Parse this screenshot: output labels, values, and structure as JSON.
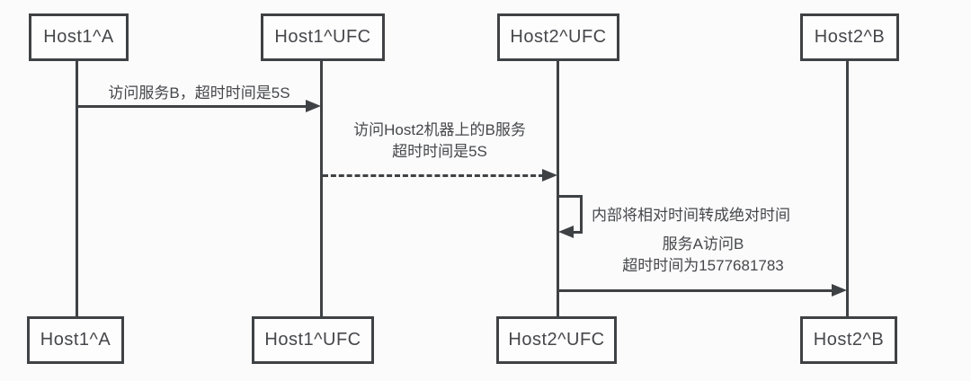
{
  "diagram": {
    "type": "sequence-diagram",
    "actors": [
      {
        "name": "Host1^A"
      },
      {
        "name": "Host1^UFC"
      },
      {
        "name": "Host2^UFC"
      },
      {
        "name": "Host2^B"
      }
    ],
    "messages": [
      {
        "from": "Host1^A",
        "to": "Host1^UFC",
        "style": "solid-arrow",
        "label": "访问服务B，超时时间是5S"
      },
      {
        "from": "Host1^UFC",
        "to": "Host2^UFC",
        "style": "dashed-arrow",
        "label_line1": "访问Host2机器上的B服务",
        "label_line2": "超时时间是5S"
      },
      {
        "from": "Host2^UFC",
        "to": "Host2^UFC",
        "style": "self-loop-arrow",
        "label": "内部将相对时间转成绝对时间"
      },
      {
        "from": "Host2^UFC",
        "to": "Host2^B",
        "style": "solid-arrow",
        "label_line1": "服务A访问B",
        "label_line2": "超时时间为1577681783"
      }
    ],
    "colors": {
      "line": "#3f4245",
      "text": "#46474b",
      "background": "#fbfbfb"
    }
  }
}
